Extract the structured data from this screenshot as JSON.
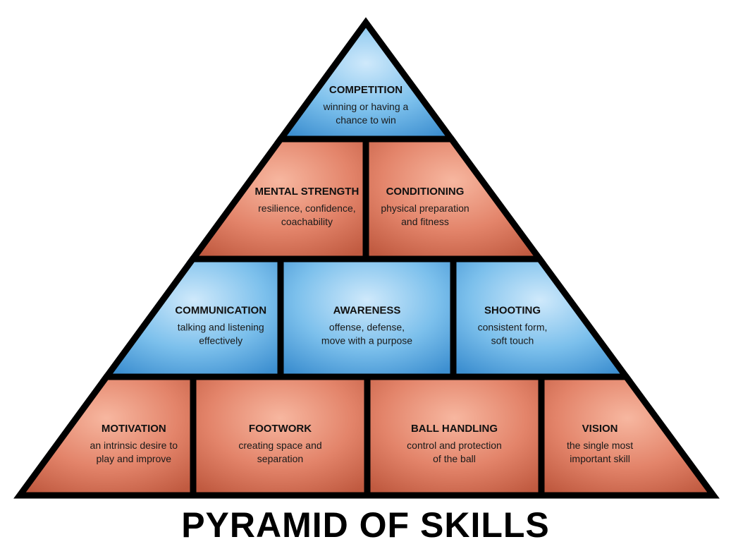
{
  "title": "PYRAMID OF SKILLS",
  "colors": {
    "blue_light": "#cfe9fb",
    "blue_mid": "#7cc0ec",
    "blue_dark": "#3d8fd0",
    "red_light": "#f7b7a0",
    "red_mid": "#e3846a",
    "red_dark": "#c05a40",
    "outline": "#000000"
  },
  "levels": [
    {
      "blocks": [
        {
          "id": "competition",
          "color": "blue",
          "title": "COMPETITION",
          "lines": [
            "winning or having a",
            "chance to win"
          ]
        }
      ]
    },
    {
      "blocks": [
        {
          "id": "mental-strength",
          "color": "red",
          "title": "MENTAL STRENGTH",
          "lines": [
            "resilience, confidence,",
            "coachability"
          ]
        },
        {
          "id": "conditioning",
          "color": "red",
          "title": "CONDITIONING",
          "lines": [
            "physical preparation",
            "and fitness"
          ]
        }
      ]
    },
    {
      "blocks": [
        {
          "id": "communication",
          "color": "blue",
          "title": "COMMUNICATION",
          "lines": [
            "talking and listening",
            "effectively"
          ]
        },
        {
          "id": "awareness",
          "color": "blue",
          "title": "AWARENESS",
          "lines": [
            "offense, defense,",
            "move with a purpose"
          ]
        },
        {
          "id": "shooting",
          "color": "blue",
          "title": "SHOOTING",
          "lines": [
            "consistent form,",
            "soft touch"
          ]
        }
      ]
    },
    {
      "blocks": [
        {
          "id": "motivation",
          "color": "red",
          "title": "MOTIVATION",
          "lines": [
            "an intrinsic desire to",
            "play and improve"
          ]
        },
        {
          "id": "footwork",
          "color": "red",
          "title": "FOOTWORK",
          "lines": [
            "creating space and",
            "separation"
          ]
        },
        {
          "id": "ball-handling",
          "color": "red",
          "title": "BALL HANDLING",
          "lines": [
            "control and protection",
            "of the ball"
          ]
        },
        {
          "id": "vision",
          "color": "red",
          "title": "VISION",
          "lines": [
            "the single most",
            "important skill"
          ]
        }
      ]
    }
  ]
}
